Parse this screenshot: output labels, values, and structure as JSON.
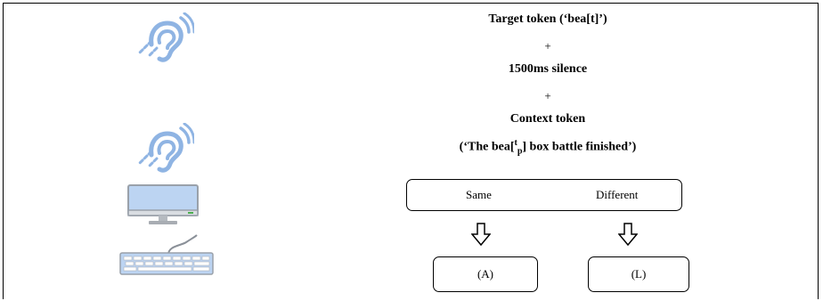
{
  "diagram": {
    "target_token": "Target token (‘bea[t]’)",
    "plus_1": "+",
    "silence": "1500ms silence",
    "plus_2": "+",
    "context_label": "Context token",
    "context_sentence": {
      "prefix": "(‘The bea[",
      "sup": "t",
      "sub": "p",
      "suffix": "] box battle finished’)"
    },
    "options": {
      "same": "Same",
      "different": "Different"
    },
    "keys": {
      "same_key": "(A)",
      "different_key": "(L)"
    }
  },
  "icons": [
    "hearing-icon",
    "hearing-icon",
    "monitor-icon",
    "keyboard-icon"
  ],
  "colors": {
    "icon_blue": "#8fb4e3",
    "icon_gray": "#9aa1aa",
    "border": "#000000"
  }
}
